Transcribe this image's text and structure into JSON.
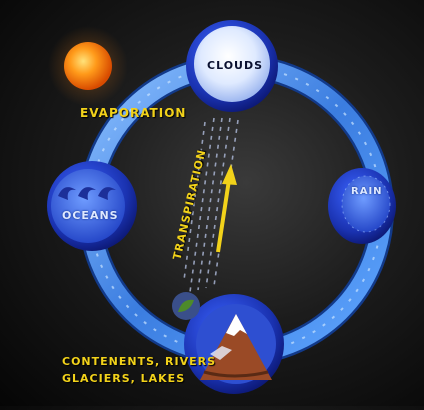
{
  "diagram": {
    "nodes": {
      "clouds": "CLOUDS",
      "rain": "RAIN",
      "oceans": "OCEANS",
      "land": "CONTENENTS, RIVERS\nGLACIERS, LAKES"
    },
    "labels": {
      "evaporation": "EVAPORATION",
      "transpiration": "TRANSPIRATION",
      "land_line1": "CONTENENTS, RIVERS",
      "land_line2": "GLACIERS, LAKES"
    },
    "colors": {
      "ring": "#4f8fe8",
      "node_rim": "#1e3db8",
      "sun": "#ff9a1a",
      "label": "#f2d21a",
      "mountain": "#9a4a26"
    }
  }
}
